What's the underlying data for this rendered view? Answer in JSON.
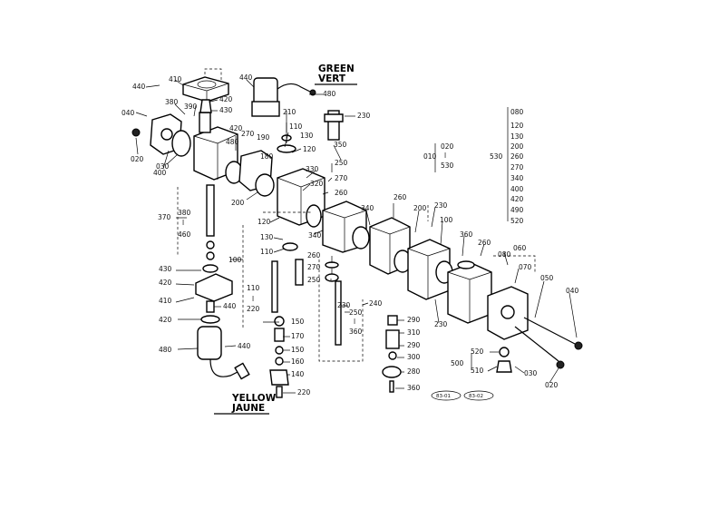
{
  "wire_labels": {
    "green_en": "GREEN",
    "green_fr": "VERT",
    "yellow_en": "YELLOW",
    "yellow_fr": "JAUNE"
  },
  "callouts": [
    {
      "id": "c440a",
      "text": "440"
    },
    {
      "id": "c410a",
      "text": "410"
    },
    {
      "id": "c440b",
      "text": "440"
    },
    {
      "id": "c480a",
      "text": "480"
    },
    {
      "id": "c420a",
      "text": "420"
    },
    {
      "id": "c430a",
      "text": "430"
    },
    {
      "id": "c380a",
      "text": "380"
    },
    {
      "id": "c390a",
      "text": "390"
    },
    {
      "id": "c040a",
      "text": "040"
    },
    {
      "id": "c020a",
      "text": "020"
    },
    {
      "id": "c030a",
      "text": "030"
    },
    {
      "id": "c400a",
      "text": "400"
    },
    {
      "id": "c420b",
      "text": "420"
    },
    {
      "id": "c270a",
      "text": "270"
    },
    {
      "id": "c190a",
      "text": "190"
    },
    {
      "id": "c480b",
      "text": "480"
    },
    {
      "id": "c180a",
      "text": "180"
    },
    {
      "id": "c210a",
      "text": "210"
    },
    {
      "id": "c110a",
      "text": "110"
    },
    {
      "id": "c130a",
      "text": "130"
    },
    {
      "id": "c120a",
      "text": "120"
    },
    {
      "id": "c230a",
      "text": "230"
    },
    {
      "id": "c350a",
      "text": "350"
    },
    {
      "id": "c250a",
      "text": "250"
    },
    {
      "id": "c270b",
      "text": "270"
    },
    {
      "id": "c260a",
      "text": "260"
    },
    {
      "id": "c330a",
      "text": "330"
    },
    {
      "id": "c320a",
      "text": "320"
    },
    {
      "id": "c200a",
      "text": "200"
    },
    {
      "id": "c120b",
      "text": "120"
    },
    {
      "id": "c130b",
      "text": "130"
    },
    {
      "id": "c110b",
      "text": "110"
    },
    {
      "id": "c370a",
      "text": "370"
    },
    {
      "id": "c380b",
      "text": "380"
    },
    {
      "id": "c460a",
      "text": "460"
    },
    {
      "id": "c430b",
      "text": "430"
    },
    {
      "id": "c420c",
      "text": "420"
    },
    {
      "id": "c410b",
      "text": "410"
    },
    {
      "id": "c440c",
      "text": "440"
    },
    {
      "id": "c420d",
      "text": "420"
    },
    {
      "id": "c480c",
      "text": "480"
    },
    {
      "id": "c440d",
      "text": "440"
    },
    {
      "id": "c100a",
      "text": "100"
    },
    {
      "id": "c110c",
      "text": "110"
    },
    {
      "id": "c220a",
      "text": "220"
    },
    {
      "id": "c150a",
      "text": "150"
    },
    {
      "id": "c170a",
      "text": "170"
    },
    {
      "id": "c150b",
      "text": "150"
    },
    {
      "id": "c160a",
      "text": "160"
    },
    {
      "id": "c140a",
      "text": "140"
    },
    {
      "id": "c220b",
      "text": "220"
    },
    {
      "id": "c340a",
      "text": "340"
    },
    {
      "id": "c260b",
      "text": "260"
    },
    {
      "id": "c270c",
      "text": "270"
    },
    {
      "id": "c250b",
      "text": "250"
    },
    {
      "id": "c230b",
      "text": "230"
    },
    {
      "id": "c240a",
      "text": "240"
    },
    {
      "id": "c250c",
      "text": "250"
    },
    {
      "id": "c360a",
      "text": "360"
    },
    {
      "id": "c260c",
      "text": "260"
    },
    {
      "id": "c340b",
      "text": "340"
    },
    {
      "id": "c200b",
      "text": "200"
    },
    {
      "id": "c230c",
      "text": "230"
    },
    {
      "id": "c100b",
      "text": "100"
    },
    {
      "id": "c360b",
      "text": "360"
    },
    {
      "id": "c260d",
      "text": "260"
    },
    {
      "id": "c060a",
      "text": "060"
    },
    {
      "id": "c080a",
      "text": "080"
    },
    {
      "id": "c070a",
      "text": "070"
    },
    {
      "id": "c050a",
      "text": "050"
    },
    {
      "id": "c040b",
      "text": "040"
    },
    {
      "id": "c230d",
      "text": "230"
    },
    {
      "id": "c290a",
      "text": "290"
    },
    {
      "id": "c310a",
      "text": "310"
    },
    {
      "id": "c290b",
      "text": "290"
    },
    {
      "id": "c300a",
      "text": "300"
    },
    {
      "id": "c280a",
      "text": "280"
    },
    {
      "id": "c360c",
      "text": "360"
    },
    {
      "id": "c520a",
      "text": "520"
    },
    {
      "id": "c500a",
      "text": "500"
    },
    {
      "id": "c510a",
      "text": "510"
    },
    {
      "id": "c030b",
      "text": "030"
    },
    {
      "id": "c020b",
      "text": "020"
    },
    {
      "id": "c010a",
      "text": "010"
    },
    {
      "id": "c020c",
      "text": "020"
    },
    {
      "id": "c530a",
      "text": "530"
    },
    {
      "id": "c530b",
      "text": "530"
    }
  ],
  "group_list": [
    "080",
    "120",
    "130",
    "200",
    "260",
    "270",
    "340",
    "400",
    "420",
    "490",
    "520"
  ],
  "range_marks": {
    "tilde": "l"
  },
  "ref_codes": [
    "83-01",
    "83-02"
  ]
}
